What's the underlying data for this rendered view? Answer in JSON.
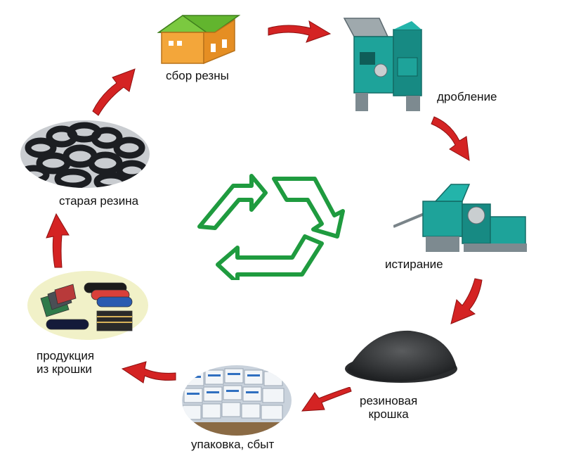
{
  "diagram": {
    "stages": [
      {
        "id": "collection",
        "label": "сбор резны"
      },
      {
        "id": "crushing",
        "label": "дробление"
      },
      {
        "id": "grinding",
        "label": "истирание"
      },
      {
        "id": "crumb",
        "label": "резиновая\nкрошка"
      },
      {
        "id": "packing",
        "label": "упаковка, сбыт"
      },
      {
        "id": "products",
        "label": "продукция\nиз крошки"
      },
      {
        "id": "old_rubber",
        "label": "старая резина"
      }
    ],
    "icons": {
      "center": "recycle-icon",
      "collection": "house-icon",
      "crushing": "crusher-machine-icon",
      "grinding": "grinding-machine-icon",
      "crumb": "rubber-crumb-pile-icon",
      "packing": "packed-bags-icon",
      "products": "rubber-products-icon",
      "old_rubber": "tire-pile-icon"
    },
    "colors": {
      "arrow": "#d42323",
      "recycle": "#1f9b3f",
      "machine": "#1ea39a",
      "house_wall": "#f3a63a",
      "house_roof": "#62b52e"
    }
  }
}
